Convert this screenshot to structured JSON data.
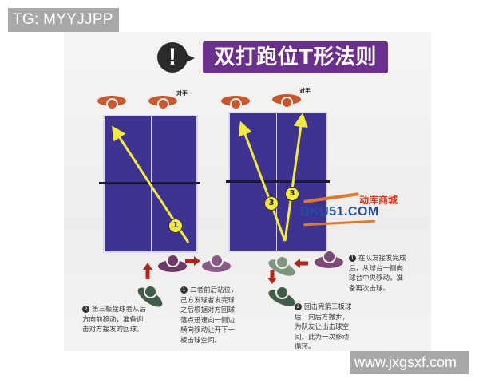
{
  "watermarks": {
    "top": "TG: MYYJJPP",
    "bottom": "www.jxgsxf.com"
  },
  "header": {
    "alert_icon_glyph": "!",
    "title": "双打跑位T形法则"
  },
  "diagrams": [
    {
      "opponent_label": "对手",
      "path_markers": [
        "1"
      ]
    },
    {
      "opponent_label": "对手",
      "path_markers": [
        "3",
        "3"
      ]
    }
  ],
  "logo": {
    "cn": "动库商城",
    "en": "DKU51.COM"
  },
  "notes": {
    "left_step2": {
      "num": "2",
      "text": "第三板接球者从后方向前移动，准备迎击对方接发的回球。"
    },
    "left_step1": {
      "num": "1",
      "text": "二者前后站位，己方发球者发完球之后根据对方回球落点迅速向一侧边横向移动让开下一板击球空间。"
    },
    "right_step1": {
      "num": "1",
      "text": "在队友接发完成后，从球台一侧向球台中央移动，准备再次击球。"
    },
    "right_step2": {
      "num": "2",
      "text": "回击完第三板球后，向后方撤步，为队友让出击球空间。此为一次移动循环。"
    }
  },
  "colors": {
    "table": "#3e3292",
    "opponent": "#c8572c",
    "title_banner": "#6b2f8e",
    "path": "#f3ea3c",
    "arrow": "#b0261c",
    "player_purple": "#6e3a68",
    "player_purple_light": "#8a5a86",
    "player_green": "#3f5e48",
    "player_green_light": "#7f9580"
  }
}
